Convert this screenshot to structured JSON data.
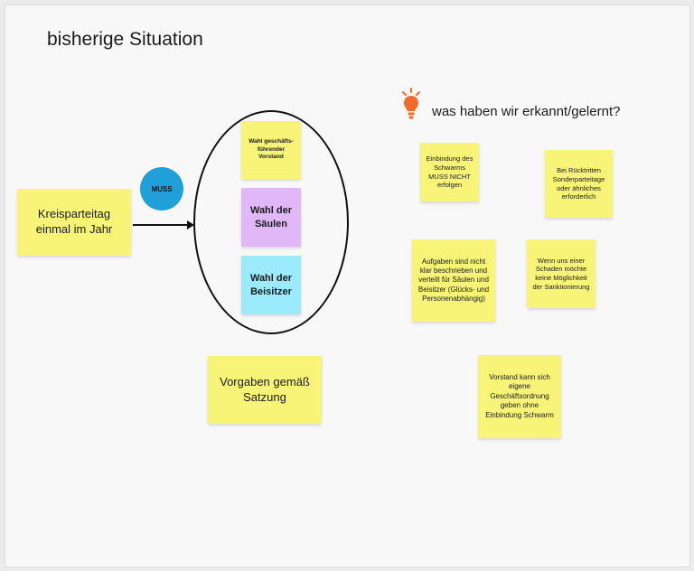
{
  "board": {
    "title": "bisherige Situation",
    "accent_colors": {
      "sticky_yellow": "#f8f477",
      "sticky_purple": "#e0b8f7",
      "sticky_cyan": "#9bebfc",
      "circle_blue": "#20a0d8",
      "bulb_orange": "#f26b2b"
    }
  },
  "left": {
    "kreisparteitag": "Kreisparteitag einmal im Jahr",
    "muss_label": "MUSS",
    "vorgaben": "Vorgaben gemäß Satzung"
  },
  "ellipse_notes": {
    "wahl_vorstand": "Wahl geschäfts-führender Vorstand",
    "wahl_saeulen": "Wahl der Säulen",
    "wahl_beisitzer": "Wahl der Beisitzer"
  },
  "learnings": {
    "icon": "lightbulb-icon",
    "heading": "was haben wir erkannt/gelernt?",
    "notes": [
      "Einbindung des Schwarms MUSS NICHT erfolgen",
      "Bei Rücktritten Sonderparteitage oder ähnliches erforderlich",
      "Aufgaben sind nicht klar beschrieben und verteilt  für Säulen und Beisitzer (Glücks- und Personenabhängig)",
      "Wenn uns einer Schaden möchte keine Möglichkeit der Sanktionierung",
      "Vorstand kann sich eigene Geschäftsordnung geben ohne Einbindung Schwarm"
    ]
  }
}
